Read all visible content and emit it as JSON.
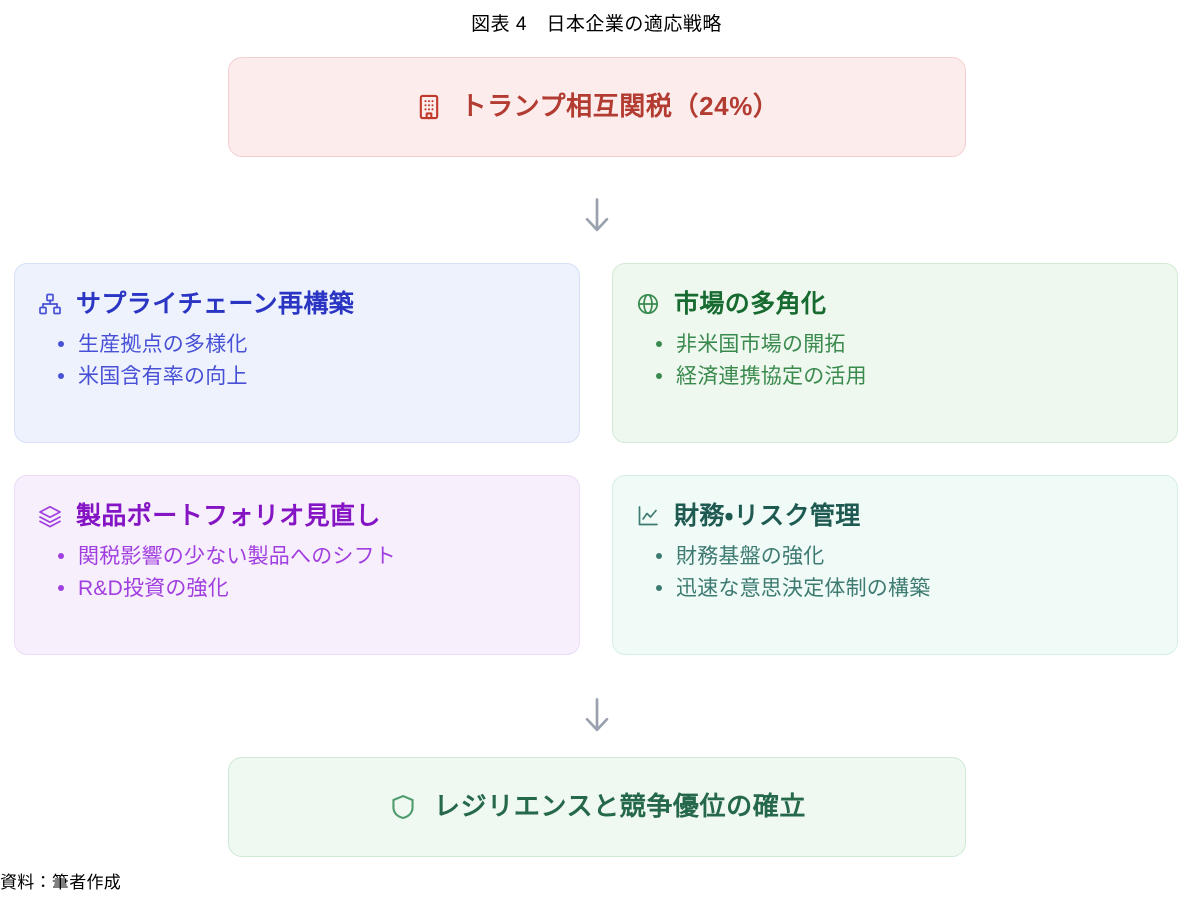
{
  "title": "図表 4　日本企業の適応戦略",
  "top_box": {
    "icon": "building-icon",
    "label": "トランプ相互関税（24%）",
    "color": "#b33c32",
    "background": "#fcecec"
  },
  "arrows": {
    "glyph": "↓",
    "color": "#9aa1ae"
  },
  "cards": [
    {
      "id": "supply-chain",
      "icon": "sitemap-icon",
      "title": "サプライチェーン再構築",
      "title_color": "#2b35c4",
      "background": "#eef2fc",
      "items": [
        "生産拠点の多様化",
        "米国含有率の向上"
      ]
    },
    {
      "id": "market-diversification",
      "icon": "globe-icon",
      "title": "市場の多角化",
      "title_color": "#176b30",
      "background": "#eff8ef",
      "items": [
        "非米国市場の開拓",
        "経済連携協定の活用"
      ]
    },
    {
      "id": "product-portfolio",
      "icon": "layers-icon",
      "title": "製品ポートフォリオ見直し",
      "title_color": "#8414c4",
      "background": "#f7effb",
      "items": [
        "関税影響の少ない製品へのシフト",
        "R&D投資の強化"
      ]
    },
    {
      "id": "finance-risk",
      "icon": "line-chart-icon",
      "title": "財務・リスク管理",
      "title_color": "#1f5a52",
      "background": "#f0faf6",
      "items": [
        "財務基盤の強化",
        "迅速な意思決定体制の構築"
      ]
    }
  ],
  "bottom_box": {
    "icon": "shield-icon",
    "label": "レジリエンスと競争優位の確立",
    "color": "#25684a",
    "background": "#f0f9f1"
  },
  "source_note": "資料：筆者作成"
}
